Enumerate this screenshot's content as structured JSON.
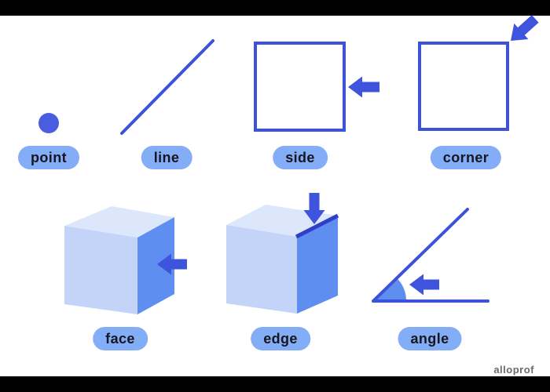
{
  "colors": {
    "canvas_bg": "#ffffff",
    "letterbox": "#000000",
    "stroke": "#3d52da",
    "arrow": "#3f54dc",
    "dot": "#4a5ce0",
    "pill_bg": "#84adf7",
    "pill_text": "#16161e",
    "cube_front": "#c3d4f8",
    "cube_top": "#dde7fb",
    "cube_side": "#5e8ef0",
    "edge_highlight": "#2f3fc6",
    "sector": "#5e8ef0",
    "watermark": "#6a6a6e"
  },
  "figures": {
    "point": {
      "label": "point"
    },
    "line": {
      "label": "line"
    },
    "side": {
      "label": "side"
    },
    "corner": {
      "label": "corner"
    },
    "face": {
      "label": "face"
    },
    "edge": {
      "label": "edge"
    },
    "angle": {
      "label": "angle"
    }
  },
  "watermark": {
    "text": "alloprof"
  }
}
